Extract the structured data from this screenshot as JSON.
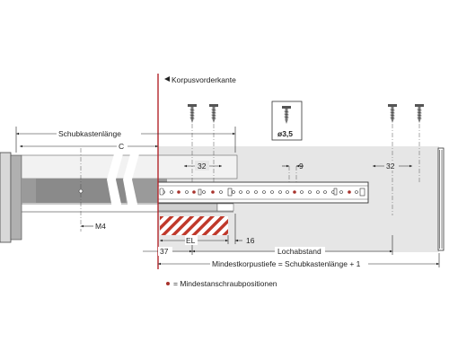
{
  "labels": {
    "front_edge": "Korpusvorderkante",
    "drawer_length": "Schubkastenlänge",
    "c": "C",
    "dim_32_left": "32",
    "dim_9": "9",
    "dim_32_right": "32",
    "m4": "M4",
    "el": "EL",
    "dim_37": "37",
    "dim_16": "16",
    "hole_spacing": "Lochabstand",
    "min_depth": "Mindestkorpustiefe = Schubkastenlänge + 1",
    "screw_size": "ø3,5",
    "legend": "= Mindestanschraubpositionen"
  },
  "colors": {
    "corpus_edge": "#b3262b",
    "min_screw_position": "#a8322c",
    "hatch": "#c0392b"
  }
}
